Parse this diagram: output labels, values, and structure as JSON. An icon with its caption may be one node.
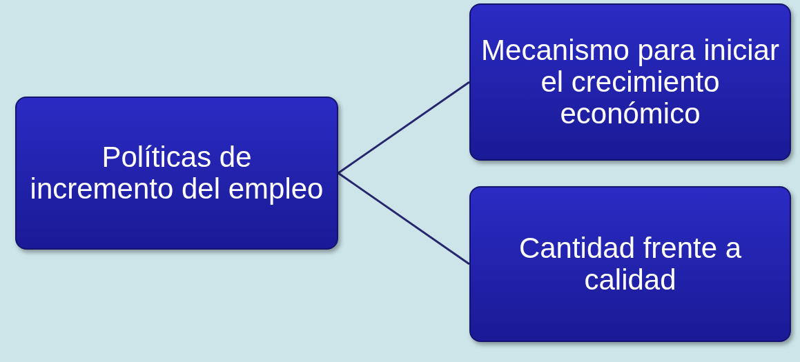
{
  "diagram": {
    "nodes": [
      {
        "text": [
          "Políticas de incremento del empleo"
        ]
      },
      {
        "text": [
          "Mecanismo para iniciar el crecimiento económico"
        ]
      },
      {
        "text": [
          "Cantidad frente a calidad"
        ]
      }
    ],
    "edges": [
      {
        "from": 0,
        "to": 1,
        "arrow": "none"
      },
      {
        "from": 0,
        "to": 2,
        "arrow": "none"
      }
    ]
  }
}
